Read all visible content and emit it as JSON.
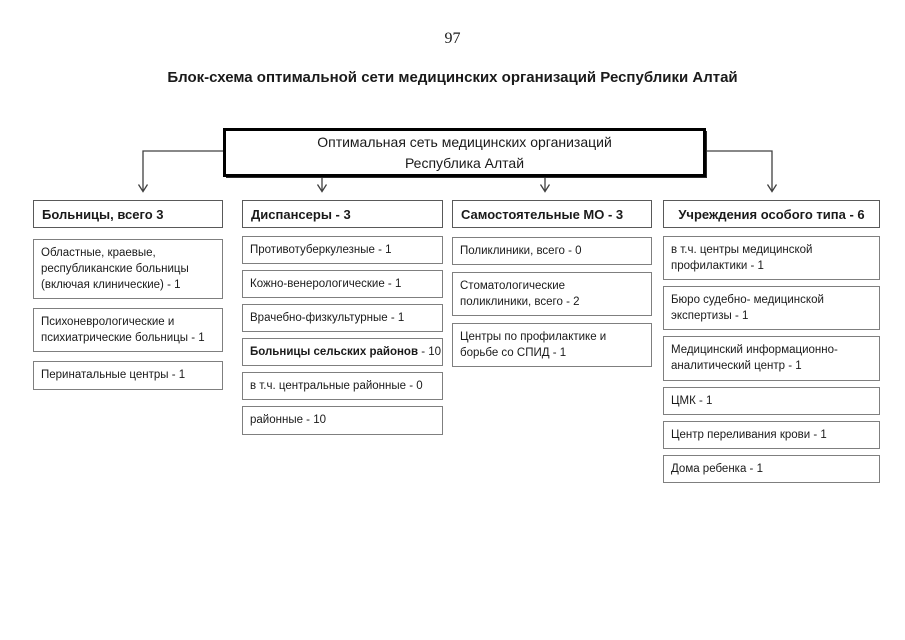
{
  "page": {
    "number": "97",
    "title": "Блок-схема оптимальной сети медицинских организаций Республики Алтай"
  },
  "root_box": {
    "line1": "Оптимальная сеть медицинских организаций",
    "line2": "Республика Алтай"
  },
  "columns": [
    {
      "header": "Больницы, всего 3",
      "items": [
        {
          "text": "Областные, краевые,\nреспубликанские больницы\n(включая клинические) - 1"
        },
        {
          "text": "Психоневрологические и\nпсихиатрические  больницы - 1"
        },
        {
          "text": "Перинатальные центры -  1"
        }
      ]
    },
    {
      "header": "Диспансеры - 3",
      "items": [
        {
          "text": "Противотуберкулезные - 1"
        },
        {
          "text": "Кожно-венерологические - 1"
        },
        {
          "text": "Врачебно-физкультурные - 1"
        },
        {
          "bold": "Больницы сельских районов",
          "rest": " - 10"
        },
        {
          "text": "в т.ч. центральные районные - 0"
        },
        {
          "text": "районные - 10"
        }
      ]
    },
    {
      "header": "Самостоятельные МО - 3",
      "items": [
        {
          "text": "Поликлиники, всего - 0"
        },
        {
          "text": "Стоматологические\nполиклиники, всего - 2"
        },
        {
          "text": "Центры по профилактике и\nборьбе со СПИД - 1"
        }
      ]
    },
    {
      "header": "Учреждения особого типа - 6",
      "items": [
        {
          "text": "в т.ч. центры медицинской\nпрофилактики - 1"
        },
        {
          "text": "Бюро судебно- медицинской\nэкспертизы - 1"
        },
        {
          "text": "Медицинский информационно-\nаналитический центр - 1"
        },
        {
          "text": "ЦМК - 1"
        },
        {
          "text": "Центр переливания крови - 1"
        },
        {
          "text": "Дома ребенка - 1"
        }
      ]
    }
  ],
  "colors": {
    "text": "#1a1a1a",
    "root_border": "#000000",
    "header_border": "#595959",
    "box_border": "#7f7f7f",
    "connector": "#404040",
    "background": "#ffffff"
  }
}
